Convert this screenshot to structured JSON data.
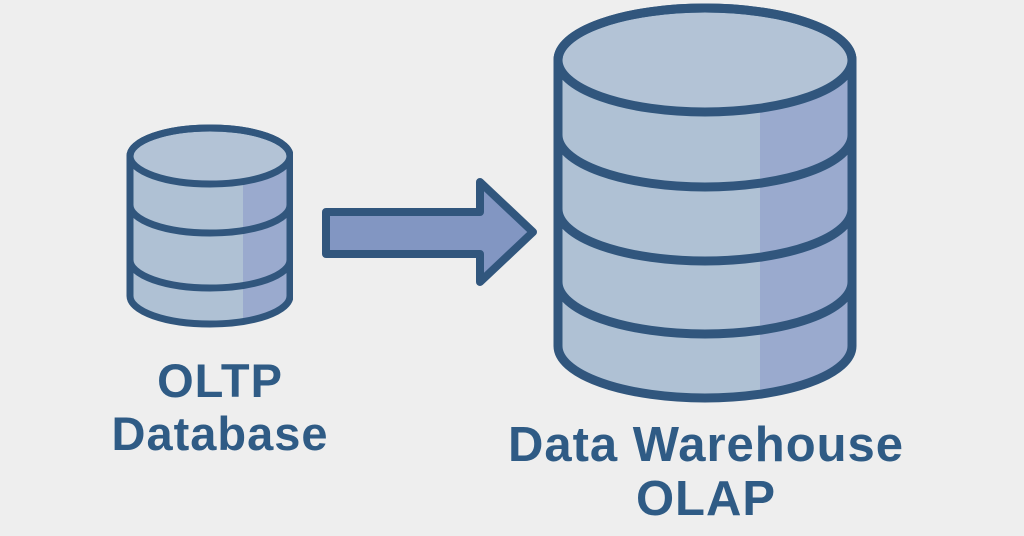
{
  "labels": {
    "source": {
      "line1": "OLTP",
      "line2": "Database"
    },
    "target": {
      "line1": "Data Warehouse",
      "line2": "OLAP"
    }
  },
  "icons": {
    "source": "small database cylinder (3 segments)",
    "target": "large database cylinder (4 segments)",
    "arrow": "right-pointing block arrow"
  },
  "colors": {
    "background": "#eeeeee",
    "outline": "#31567d",
    "text": "#2f5b85",
    "cylinder_body": "#afc1d4",
    "cylinder_top": "#b3c3d6",
    "cylinder_shade": "#9aaace",
    "arrow_fill": "#8296c2"
  }
}
